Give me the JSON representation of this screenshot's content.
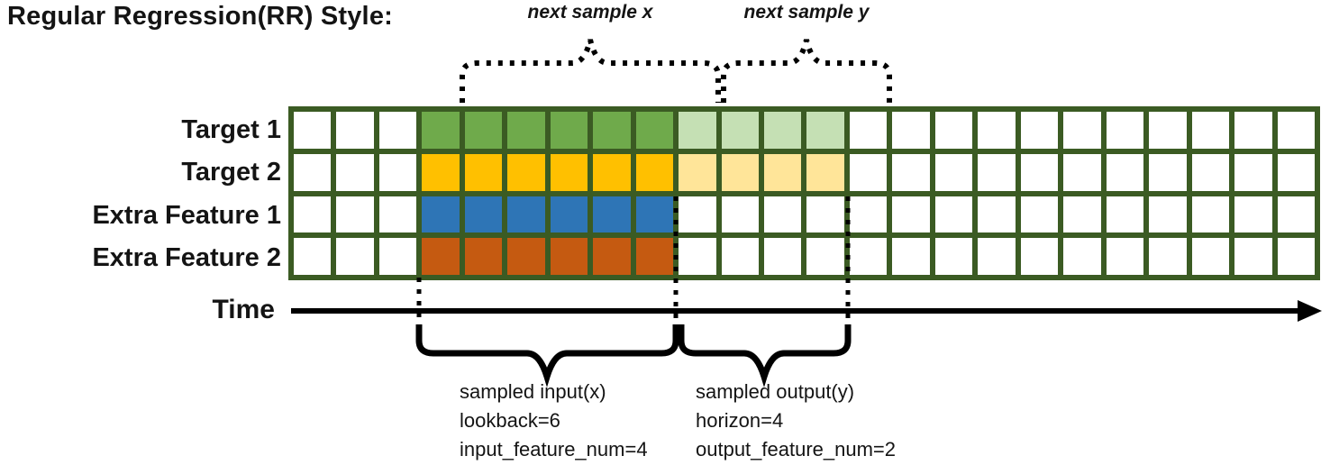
{
  "title": "Regular Regression(RR) Style:",
  "top_annotations": {
    "next_sample_x": "next sample x",
    "next_sample_y": "next sample y"
  },
  "time_axis": {
    "label": "Time"
  },
  "grid": {
    "columns_total": 24,
    "lead_empty_columns": 3,
    "input_columns": 6,
    "output_columns": 4,
    "trail_empty_columns": 11,
    "line_color": "#3b5b23",
    "empty_color": "#ffffff",
    "rows": [
      {
        "label": "Target 1",
        "input_color": "#6faa4b",
        "output_color": "#c5e0b4"
      },
      {
        "label": "Target 2",
        "input_color": "#ffc000",
        "output_color": "#ffe599"
      },
      {
        "label": "Extra Feature 1",
        "input_color": "#2e75b6",
        "output_color": "#ffffff"
      },
      {
        "label": "Extra Feature 2",
        "input_color": "#c55a11",
        "output_color": "#ffffff"
      }
    ]
  },
  "bottom_annotations": {
    "input": {
      "line1": "sampled input(x)",
      "line2": "lookback=6",
      "line3": "input_feature_num=4"
    },
    "output": {
      "line1": "sampled output(y)",
      "line2": "horizon=4",
      "line3": "output_feature_num=2"
    }
  }
}
